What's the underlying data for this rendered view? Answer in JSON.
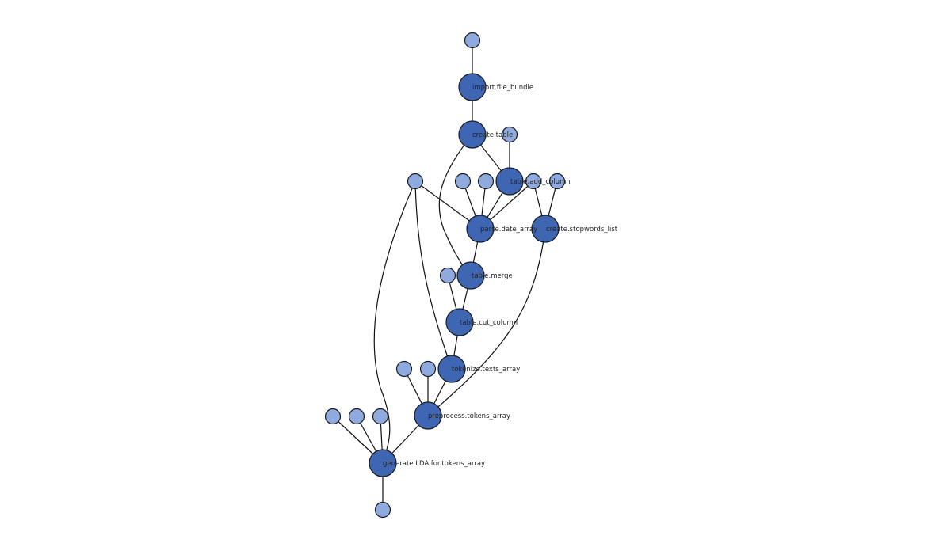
{
  "graph": {
    "colors": {
      "task_node": "#3f66b3",
      "input_node": "#8eaadf",
      "edge": "#111111"
    },
    "labels": {
      "import": "import.file_bundle",
      "create_table": "create.table",
      "add_column": "table.add_column",
      "parse_date": "parse.date_array",
      "stopwords": "create.stopwords_list",
      "merge": "table.merge",
      "cut_column": "table.cut_column",
      "tokenize": "tokenize.texts_array",
      "preprocess": "preprocess.tokens_array",
      "lda": "generate.LDA.for.tokens_array"
    }
  }
}
